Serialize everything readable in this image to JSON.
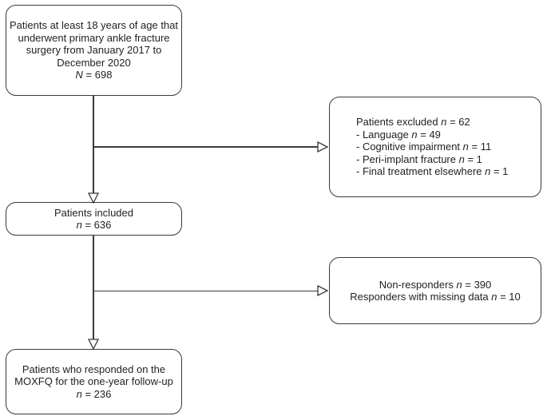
{
  "boxes": {
    "eligible": {
      "lines": [
        {
          "pre": "Patients at least 18 years of age that"
        },
        {
          "pre": "underwent primary ankle fracture"
        },
        {
          "pre": "surgery from January 2017 to"
        },
        {
          "pre": "December 2020"
        },
        {
          "pre": "",
          "n": "N",
          "post": " = 698"
        }
      ]
    },
    "excluded": {
      "lines": [
        {
          "pre": "Patients excluded ",
          "n": "n",
          "post": " = 62"
        },
        {
          "pre": "- Language ",
          "n": "n",
          "post": " = 49"
        },
        {
          "pre": "- Cognitive impairment ",
          "n": "n",
          "post": " = 11"
        },
        {
          "pre": "- Peri-implant fracture ",
          "n": "n",
          "post": " = 1"
        },
        {
          "pre": "- Final treatment elsewhere ",
          "n": "n",
          "post": " = 1"
        }
      ]
    },
    "included": {
      "lines": [
        {
          "pre": "Patients included"
        },
        {
          "pre": "",
          "n": "n",
          "post": " = 636"
        }
      ]
    },
    "nonresponders": {
      "lines": [
        {
          "pre": "Non-responders ",
          "n": "n",
          "post": " = 390"
        },
        {
          "pre": "Responders with missing data ",
          "n": "n",
          "post": " = 10"
        }
      ]
    },
    "responders": {
      "lines": [
        {
          "pre": "Patients who responded on the"
        },
        {
          "pre": "MOXFQ for the one-year follow-up"
        },
        {
          "pre": "",
          "n": "n",
          "post": " = 236"
        }
      ]
    }
  },
  "connectors": [
    {
      "from": "eligible",
      "to": "included",
      "type": "arrow-down"
    },
    {
      "from": "eligible",
      "to": "excluded",
      "type": "arrow-right"
    },
    {
      "from": "included",
      "to": "responders",
      "type": "arrow-down"
    },
    {
      "from": "included",
      "to": "nonresponders",
      "type": "arrow-right"
    }
  ],
  "icons": {
    "arrow_down": "open-triangle-down",
    "arrow_right": "open-triangle-right"
  },
  "colors": {
    "line": "#3a3a3a",
    "text": "#222222",
    "background": "#ffffff"
  }
}
